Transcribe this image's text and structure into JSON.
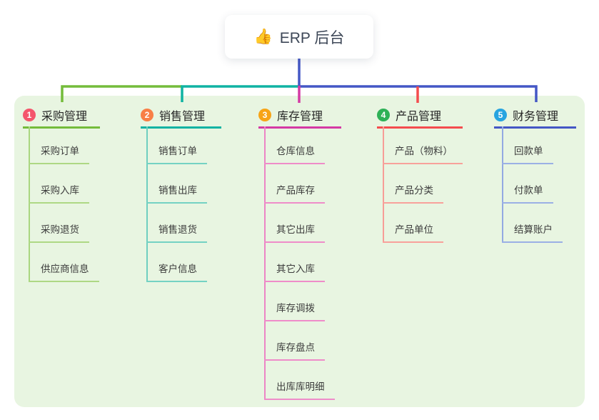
{
  "root": {
    "icon": "👍",
    "label": "ERP 后台"
  },
  "branches": [
    {
      "badge": "1",
      "label": "采购管理",
      "badge_color": "#f4566c",
      "line_color": "#74bc3b",
      "child_line_color": "#a9d67f",
      "children": [
        "采购订单",
        "采购入库",
        "采购退货",
        "供应商信息"
      ]
    },
    {
      "badge": "2",
      "label": "销售管理",
      "badge_color": "#f87f46",
      "line_color": "#10b3a3",
      "child_line_color": "#6fcfc0",
      "children": [
        "销售订单",
        "销售出库",
        "销售退货",
        "客户信息"
      ]
    },
    {
      "badge": "3",
      "label": "库存管理",
      "badge_color": "#f7a416",
      "line_color": "#d43aa4",
      "child_line_color": "#ec85c5",
      "children": [
        "仓库信息",
        "产品库存",
        "其它出库",
        "其它入库",
        "库存调拨",
        "库存盘点",
        "出库库明细"
      ]
    },
    {
      "badge": "4",
      "label": "产品管理",
      "badge_color": "#2eb157",
      "line_color": "#f44c4e",
      "child_line_color": "#f79d97",
      "children": [
        "产品（物料）",
        "产品分类",
        "产品单位"
      ]
    },
    {
      "badge": "5",
      "label": "财务管理",
      "badge_color": "#27a4e0",
      "line_color": "#4457c5",
      "child_line_color": "#93a9e2",
      "children": [
        "回款单",
        "付款单",
        "结算账户"
      ]
    }
  ],
  "colors": {
    "panel_bg": "#e8f5e1",
    "root_edge_blue": "#4457c5",
    "bus_green": "#74bc3b",
    "bus_teal": "#10b3a3",
    "drop_magenta": "#d43aa4",
    "drop_red": "#f44c4e",
    "bus_blue": "#4457c5"
  }
}
